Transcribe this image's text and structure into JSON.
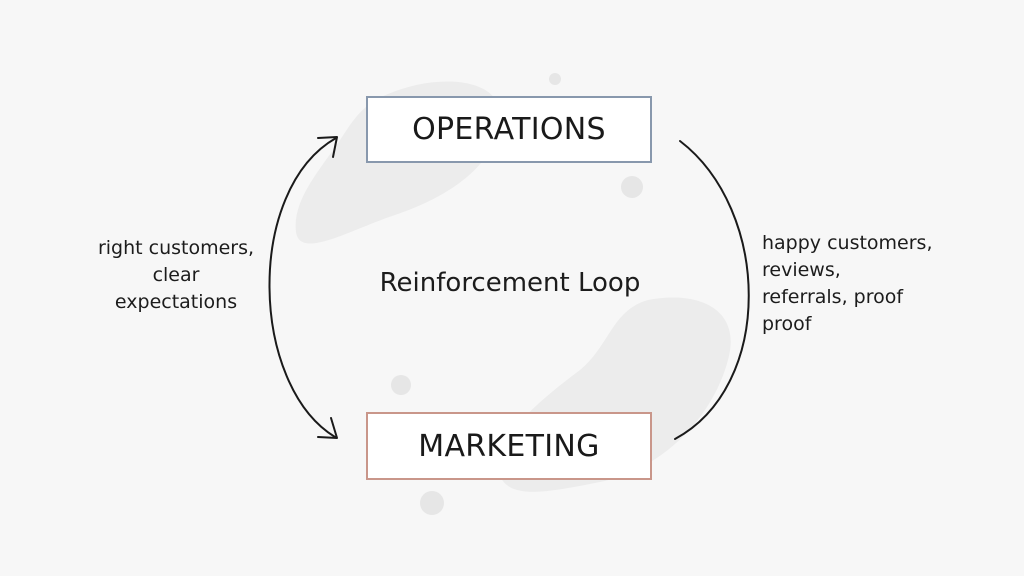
{
  "nodes": {
    "top": "OPERATIONS",
    "bottom": "MARKETING"
  },
  "center_label": "Reinforcement Loop",
  "edge_labels": {
    "left": [
      "right customers,",
      "clear",
      "expectations"
    ],
    "right": [
      "happy customers,",
      "reviews,",
      "referrals, proof",
      "proof"
    ]
  },
  "colors": {
    "top_border": "#8898ad",
    "bottom_border": "#c9968a",
    "arrow": "#1a1a1a",
    "decor_blob": "#ececec",
    "background": "#f7f7f7"
  }
}
